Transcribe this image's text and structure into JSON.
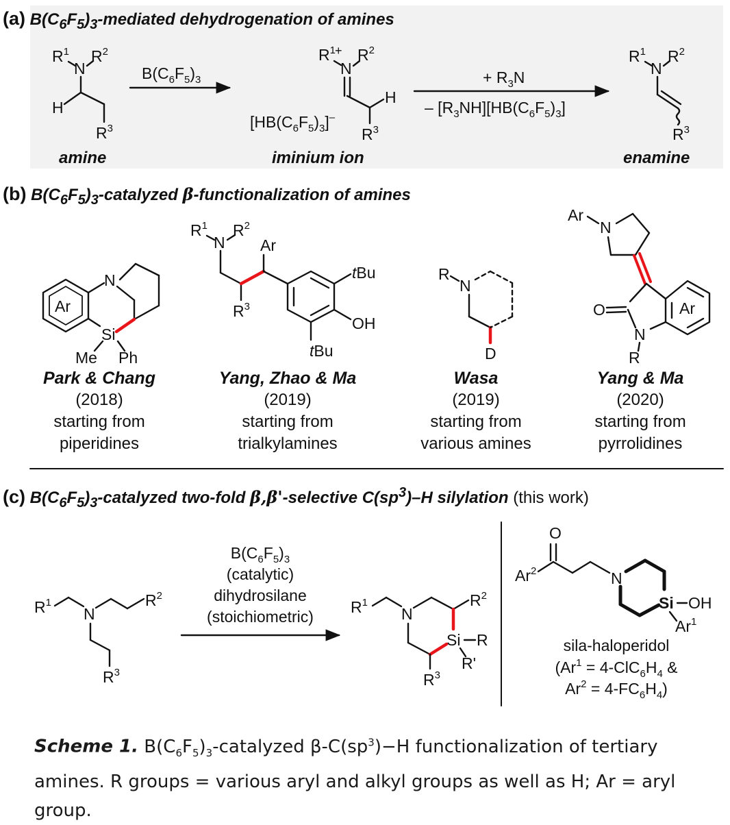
{
  "panel_a": {
    "label": "(a)",
    "title": "B(C6F5)3-mediated dehydrogenation of amines",
    "names": [
      "amine",
      "iminium ion",
      "enamine"
    ],
    "reagent1": "B(C6F5)3",
    "reagent2_top": "+ R3N",
    "reagent2_bottom": "– [R3NH][HB(C6F5)3]",
    "counterion": "[HB(C6F5)3]–"
  },
  "panel_b": {
    "label": "(b)",
    "title": "B(C6F5)3-catalyzed β-functionalization of amines",
    "works": [
      {
        "authors": "Park & Chang",
        "year": "(2018)",
        "line1": "starting from",
        "line2": "piperidines"
      },
      {
        "authors": "Yang, Zhao & Ma",
        "year": "(2019)",
        "line1": "starting from",
        "line2": "trialkylamines"
      },
      {
        "authors": "Wasa",
        "year": "(2019)",
        "line1": "starting from",
        "line2": "various amines"
      },
      {
        "authors": "Yang & Ma",
        "year": "(2020)",
        "line1": "starting from",
        "line2": "pyrrolidines"
      }
    ]
  },
  "panel_c": {
    "label": "(c)",
    "title": "B(C6F5)3-catalyzed two-fold β,β'-selective C(sp3)–H silylation",
    "title_suffix": "(this work)",
    "conditions": [
      "B(C6F5)3",
      "(catalytic)",
      "dihydrosilane",
      "(stoichiometric)"
    ],
    "product_name": "sila-haloperidol",
    "product_note1": "(Ar1 = 4-ClC6H4 &",
    "product_note2": "Ar2 = 4-FC6H4)"
  },
  "caption": {
    "lead": "Scheme 1.",
    "text": "B(C6F5)3-catalyzed β-C(sp3)−H functionalization of tertiary amines. R groups = various aryl and alkyl groups as well as H; Ar = aryl group."
  },
  "colors": {
    "highlight_bond": "#e8161b",
    "panel_a_background": "#f2f2f2",
    "ink": "#111111"
  }
}
